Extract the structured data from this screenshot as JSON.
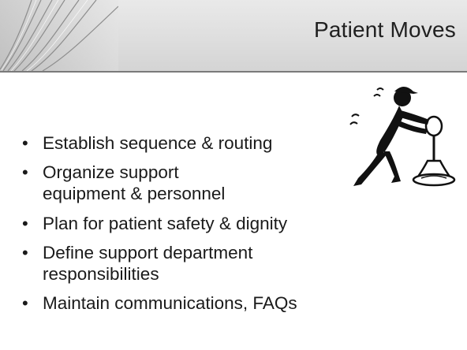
{
  "slide": {
    "title": "Patient Moves",
    "bullets": [
      "Establish sequence & routing",
      "Organize support equipment & personnel",
      "Plan for patient safety & dignity",
      "Define support department responsibilities",
      "Maintain communications, FAQs"
    ]
  },
  "theme": {
    "header_gray": "#dedede",
    "rule_gray": "#7a7a7a",
    "text": "#1a1a1a"
  },
  "icons": {
    "header_art": "open-book-pages-icon",
    "clipart": "person-pushing-lever-icon"
  }
}
